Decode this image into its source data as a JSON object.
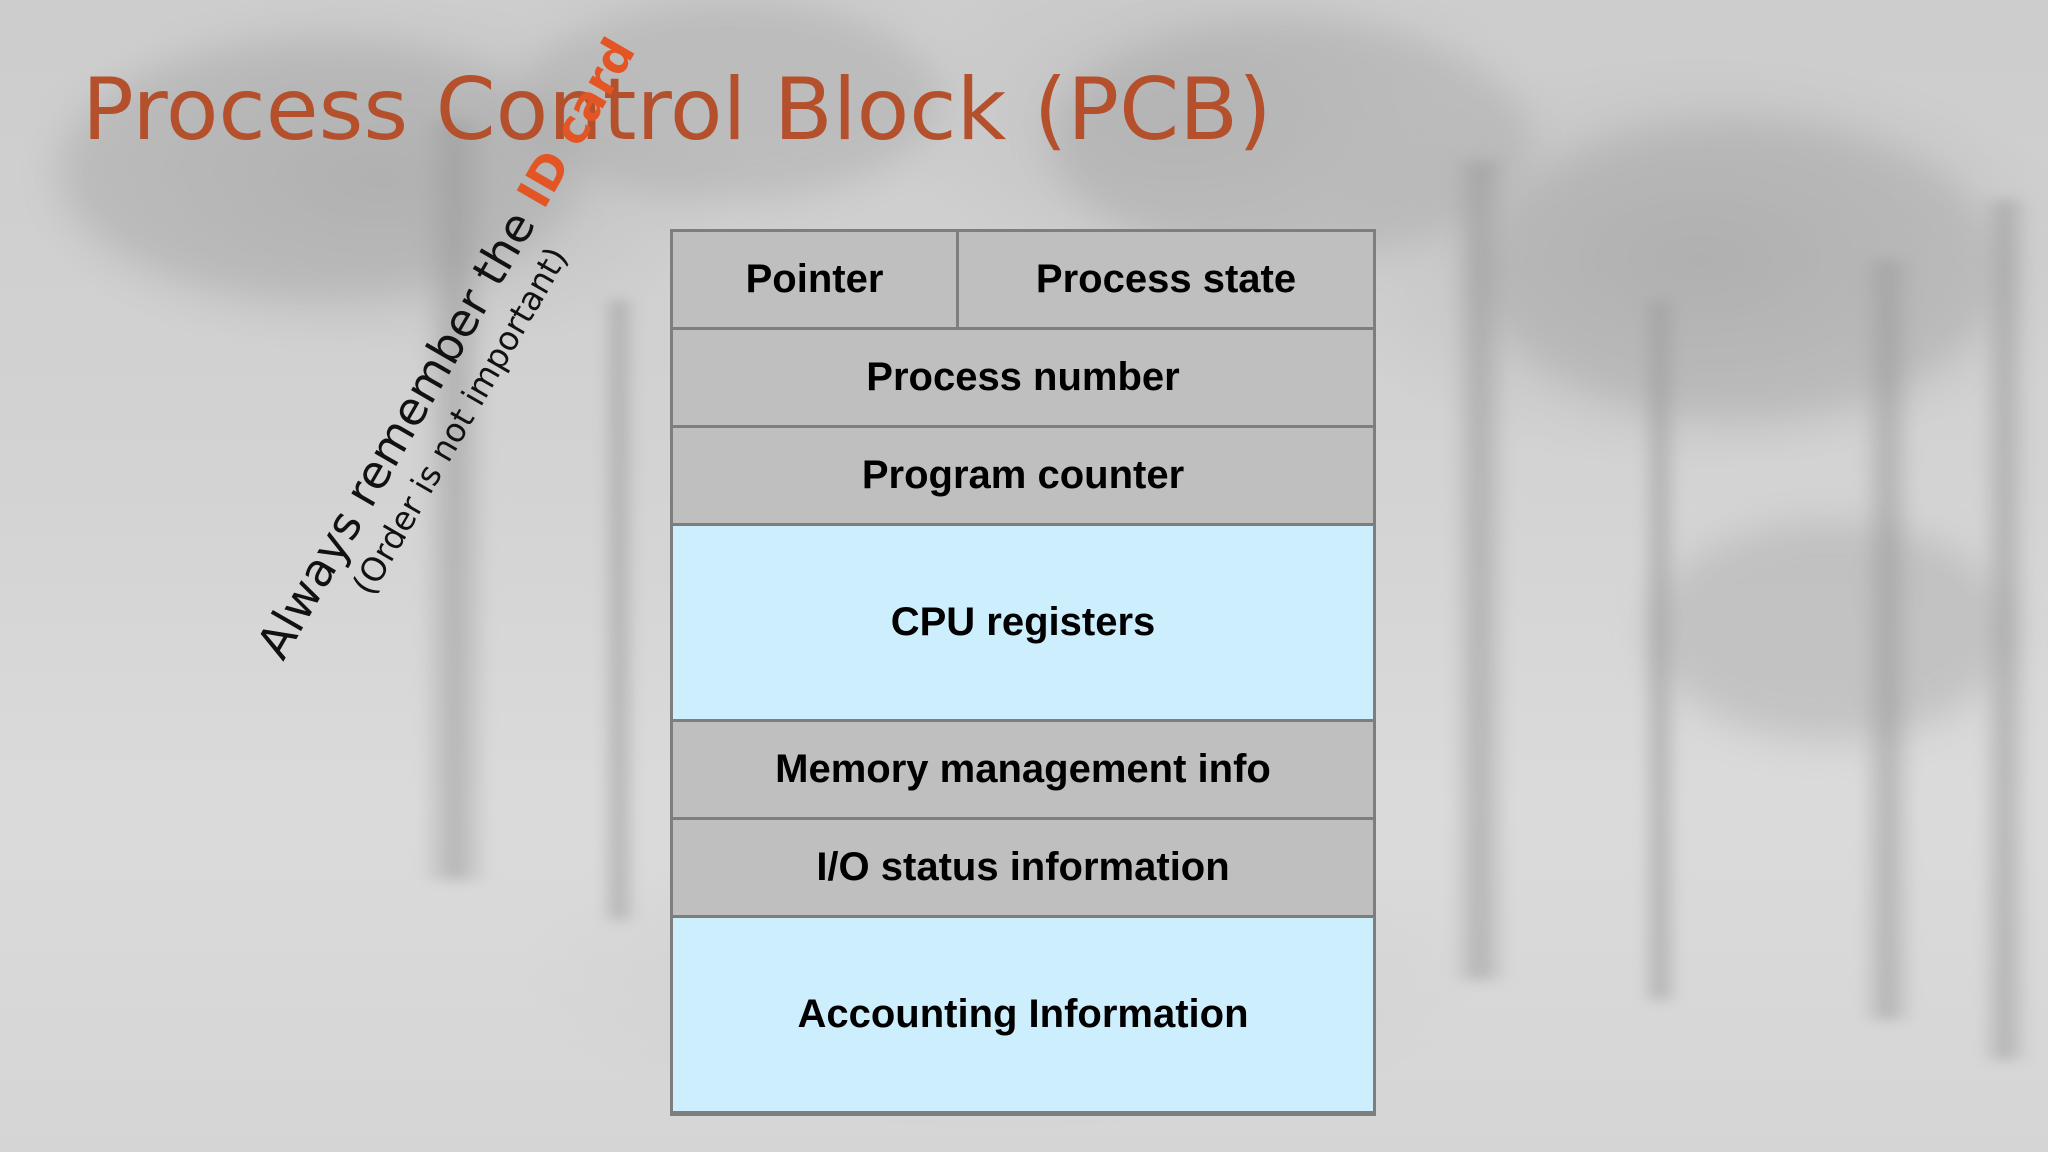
{
  "slide": {
    "title": "Process Control Block (PCB)",
    "title_color": "#b5502c",
    "highlight_color": "#e35524",
    "side_note": {
      "prefix": "Always remember the ",
      "highlight": "ID card",
      "subtitle": "(Order is not important)"
    }
  },
  "pcb": {
    "rows": [
      {
        "cells": [
          "Pointer",
          "Process state"
        ],
        "fill": "#bfbfbf"
      },
      {
        "cells": [
          "Process number"
        ],
        "fill": "#bfbfbf"
      },
      {
        "cells": [
          "Program counter"
        ],
        "fill": "#bfbfbf"
      },
      {
        "cells": [
          "CPU registers"
        ],
        "fill": "#cdeefc"
      },
      {
        "cells": [
          "Memory management info"
        ],
        "fill": "#bfbfbf"
      },
      {
        "cells": [
          "I/O status information"
        ],
        "fill": "#bfbfbf"
      },
      {
        "cells": [
          "Accounting Information"
        ],
        "fill": "#cdeefc"
      }
    ]
  }
}
